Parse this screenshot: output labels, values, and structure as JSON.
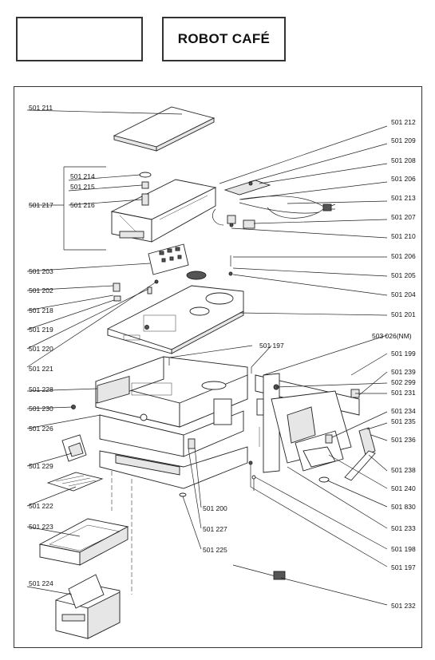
{
  "header": {
    "title": "ROBOT CAFÉ"
  },
  "labels": [
    "501 211",
    "501 212",
    "501 209",
    "501 208",
    "501 214",
    "501 215",
    "501 206",
    "501 217",
    "501 216",
    "501 213",
    "501 207",
    "501 210",
    "501 206",
    "501 203",
    "501 205",
    "501 202",
    "501 204",
    "501 218",
    "501 201",
    "501 219",
    "501 220",
    "501 197",
    "503 026(NM)",
    "501 199",
    "501 221",
    "501 239",
    "502 299",
    "501 228",
    "501 231",
    "501 230",
    "501 234",
    "501 235",
    "501 226",
    "501 236",
    "501 229",
    "501 238",
    "501 240",
    "501 222",
    "501 200",
    "501 830",
    "501 223",
    "501 227",
    "501 233",
    "501 225",
    "501 198",
    "501 197",
    "501 224",
    "501 232"
  ]
}
